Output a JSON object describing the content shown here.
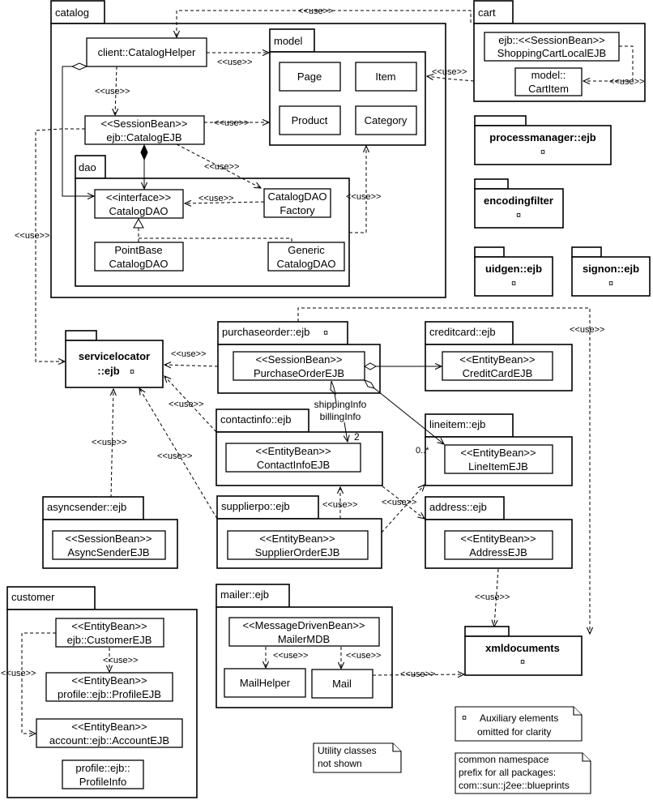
{
  "diagram": {
    "use_label": "<<use>>",
    "aux_mark": "¤",
    "packages": {
      "catalog": {
        "name": "catalog"
      },
      "model": {
        "name": "model",
        "classes": [
          "Page",
          "Item",
          "Product",
          "Category"
        ]
      },
      "dao": {
        "name": "dao"
      },
      "cart": {
        "name": "cart"
      },
      "processmanager": {
        "name": "processmanager::ejb"
      },
      "encodingfilter": {
        "name": "encodingfilter"
      },
      "uidgen": {
        "name": "uidgen::ejb"
      },
      "signon": {
        "name": "signon::ejb"
      },
      "servicelocator": {
        "name_line1": "servicelocator",
        "name_line2": "::ejb"
      },
      "purchaseorder": {
        "name": "purchaseorder::ejb"
      },
      "creditcard": {
        "name": "creditcard::ejb"
      },
      "contactinfo": {
        "name": "contactinfo::ejb"
      },
      "lineitem": {
        "name": "lineitem::ejb"
      },
      "asyncsender": {
        "name": "asyncsender::ejb"
      },
      "supplierpo": {
        "name": "supplierpo::ejb"
      },
      "address": {
        "name": "address::ejb"
      },
      "customer": {
        "name": "customer"
      },
      "mailer": {
        "name": "mailer::ejb"
      },
      "xmldocuments": {
        "name": "xmldocuments"
      }
    },
    "classes": {
      "catalog_helper": {
        "line1": "client::CatalogHelper"
      },
      "catalog_ejb": {
        "line1": "<<SessionBean>>",
        "line2": "ejb::CatalogEJB"
      },
      "catalog_dao": {
        "line1": "<<interface>>",
        "line2": "CatalogDAO"
      },
      "catalog_dao_factory": {
        "line1": "CatalogDAO",
        "line2": "Factory"
      },
      "pointbase_dao": {
        "line1": "PointBase",
        "line2": "CatalogDAO"
      },
      "generic_dao": {
        "line1": "Generic",
        "line2": "CatalogDAO"
      },
      "shopping_cart": {
        "line1": "ejb::<<SessionBean>>",
        "line2": "ShoppingCartLocalEJB"
      },
      "cart_item": {
        "line1": "model::",
        "line2": "CartItem"
      },
      "purchase_order_ejb": {
        "line1": "<<SessionBean>>",
        "line2": "PurchaseOrderEJB"
      },
      "credit_card_ejb": {
        "line1": "<<EntityBean>>",
        "line2": "CreditCardEJB"
      },
      "contact_info_ejb": {
        "line1": "<<EntityBean>>",
        "line2": "ContactInfoEJB"
      },
      "line_item_ejb": {
        "line1": "<<EntityBean>>",
        "line2": "LineItemEJB"
      },
      "async_sender_ejb": {
        "line1": "<<SessionBean>>",
        "line2": "AsyncSenderEJB"
      },
      "supplier_order_ejb": {
        "line1": "<<EntityBean>>",
        "line2": "SupplierOrderEJB"
      },
      "address_ejb": {
        "line1": "<<EntityBean>>",
        "line2": "AddressEJB"
      },
      "customer_ejb": {
        "line1": "<<EntityBean>>",
        "line2": "ejb::CustomerEJB"
      },
      "profile_ejb": {
        "line1": "<<EntityBean>>",
        "line2": "profile::ejb::ProfileEJB"
      },
      "account_ejb": {
        "line1": "<<EntityBean>>",
        "line2": "account::ejb::AccountEJB"
      },
      "profile_info": {
        "line1": "profile::ejb::",
        "line2": "ProfileInfo"
      },
      "mailer_mdb": {
        "line1": "<<MessageDrivenBean>>",
        "line2": "MailerMDB"
      },
      "mail_helper": {
        "line1": "MailHelper"
      },
      "mail": {
        "line1": "Mail"
      }
    },
    "association_labels": {
      "shipping": "shippingInfo",
      "billing": "billingInfo",
      "contact_multiplicity": "2",
      "lineitem_multiplicity": "0..*"
    },
    "notes": {
      "aux": {
        "line1": "Auxiliary elements",
        "line2": "omitted for clarity"
      },
      "utility": {
        "line1": "Utility classes",
        "line2": "not shown"
      },
      "namespace": {
        "line1": "common namespace",
        "line2": "prefix for all packages:",
        "line3": "com::sun::j2ee::blueprints"
      }
    }
  }
}
